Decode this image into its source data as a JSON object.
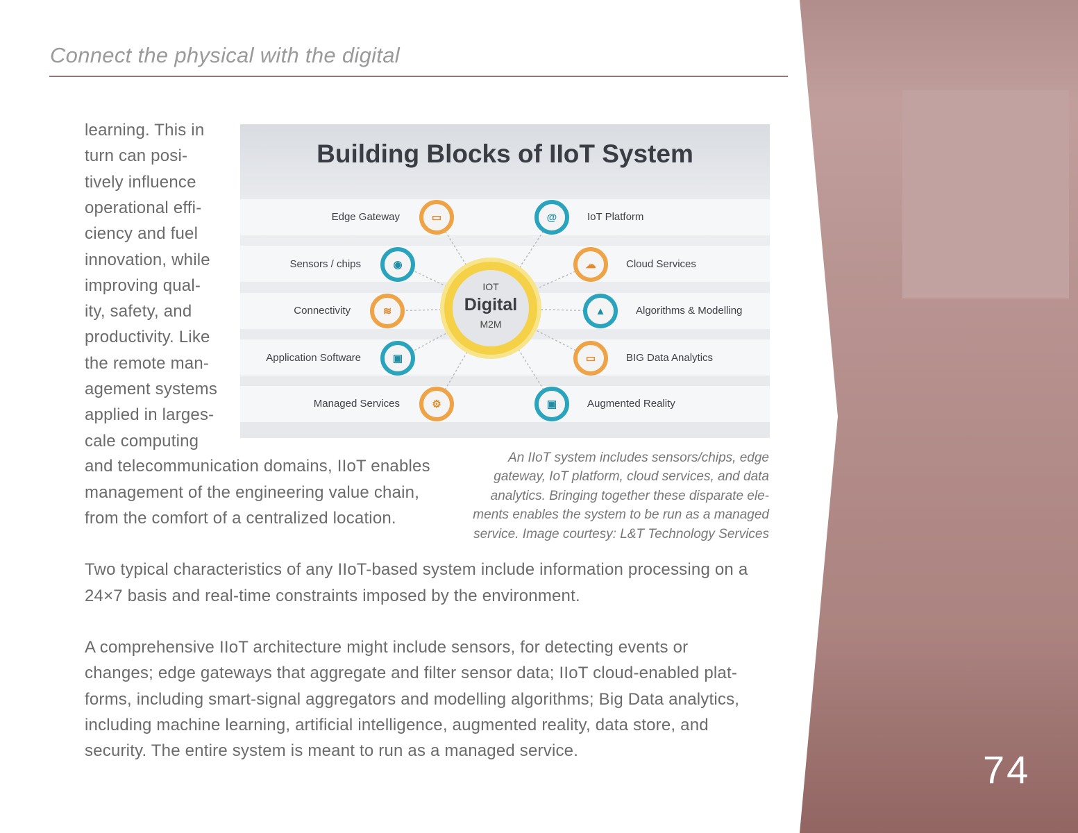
{
  "header": {
    "title": "Connect the physical with the digital"
  },
  "body": {
    "wrap_lines": [
      "learning. This in",
      "turn can posi-",
      "tively influence",
      "operational effi-",
      "ciency and fuel",
      "innovation, while",
      "improving qual-",
      "ity, safety, and",
      "productivity. Like",
      "the remote man-",
      "agement systems",
      "applied in larges-",
      "cale computing"
    ],
    "cont_lines": [
      "and telecommunication domains, IIoT enables",
      "management of the engineering value chain,",
      "from the comfort of a centralized location."
    ],
    "para2": [
      "Two typical characteristics of any IIoT-based system include information processing on a",
      "24×7 basis and real-time constraints imposed by the environment."
    ],
    "para3": [
      "A comprehensive IIoT architecture might include sensors, for detecting events or",
      "changes; edge gateways that aggregate and filter sensor data; IIoT cloud-enabled plat-",
      "forms, including smart-signal aggregators and modelling algorithms; Big Data analytics,",
      "including machine learning, artificial intelligence, augmented reality, data store, and",
      "security. The entire system is meant to run as a managed service."
    ]
  },
  "figure": {
    "title": "Building Blocks of IIoT System",
    "center": {
      "top": "IOT",
      "main": "Digital",
      "bottom": "M2M"
    },
    "left": [
      "Edge Gateway",
      "Sensors / chips",
      "Connectivity",
      "Application Software",
      "Managed Services"
    ],
    "right": [
      "IoT Platform",
      "Cloud Services",
      "Algorithms & Modelling",
      "BIG Data Analytics",
      "Augmented Reality"
    ],
    "caption": [
      "An IIoT system includes sensors/chips, edge",
      "gateway, IoT platform, cloud services, and data",
      "analytics. Bringing together these disparate ele-",
      "ments enables the system to be run as a managed",
      "service. Image courtesy: L&T Technology Services"
    ]
  },
  "page_number": "74"
}
